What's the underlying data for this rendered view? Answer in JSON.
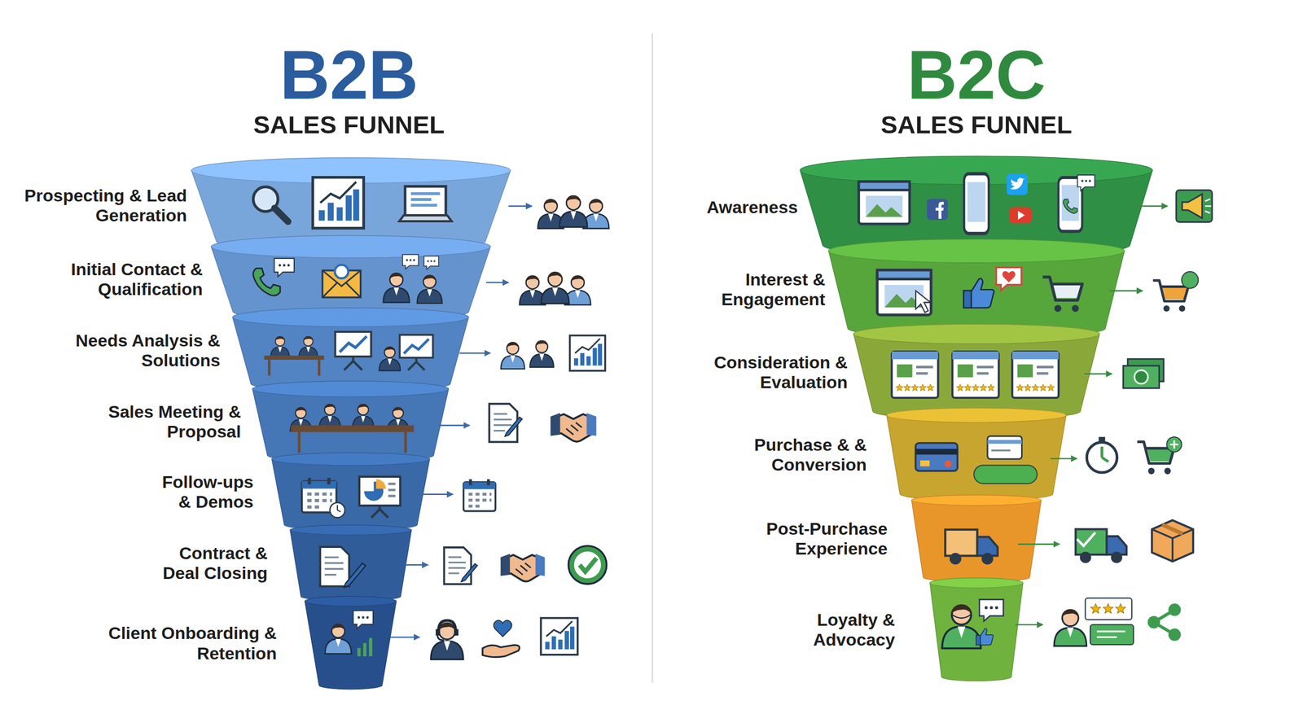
{
  "diagram": {
    "nodes": [
      {
        "text": [
          "Prospecting & Lead Generation"
        ]
      },
      {
        "text": [
          "Initial Contact & Qualification"
        ]
      },
      {
        "text": [
          "Needs Analysis & Solutions"
        ]
      },
      {
        "text": [
          "Sales Meeting & Proposal"
        ]
      },
      {
        "text": [
          "Follow-ups & Demos"
        ]
      },
      {
        "text": [
          "Contract & Deal Closing"
        ]
      },
      {
        "text": [
          "Client Onboarding & Retention"
        ]
      },
      {
        "text": [
          "Awareness"
        ]
      },
      {
        "text": [
          "Interest & Engagement"
        ]
      },
      {
        "text": [
          "Consideration & Evaluation"
        ]
      },
      {
        "text": [
          "Purchase & & Conversion"
        ]
      },
      {
        "text": [
          "Post-Purchase Experience"
        ]
      },
      {
        "text": [
          "Loyalty & Advocacy"
        ]
      }
    ],
    "labels": [
      "B2B",
      "SALES FUNNEL",
      "B2C",
      "SALES FUNNEL"
    ]
  }
}
